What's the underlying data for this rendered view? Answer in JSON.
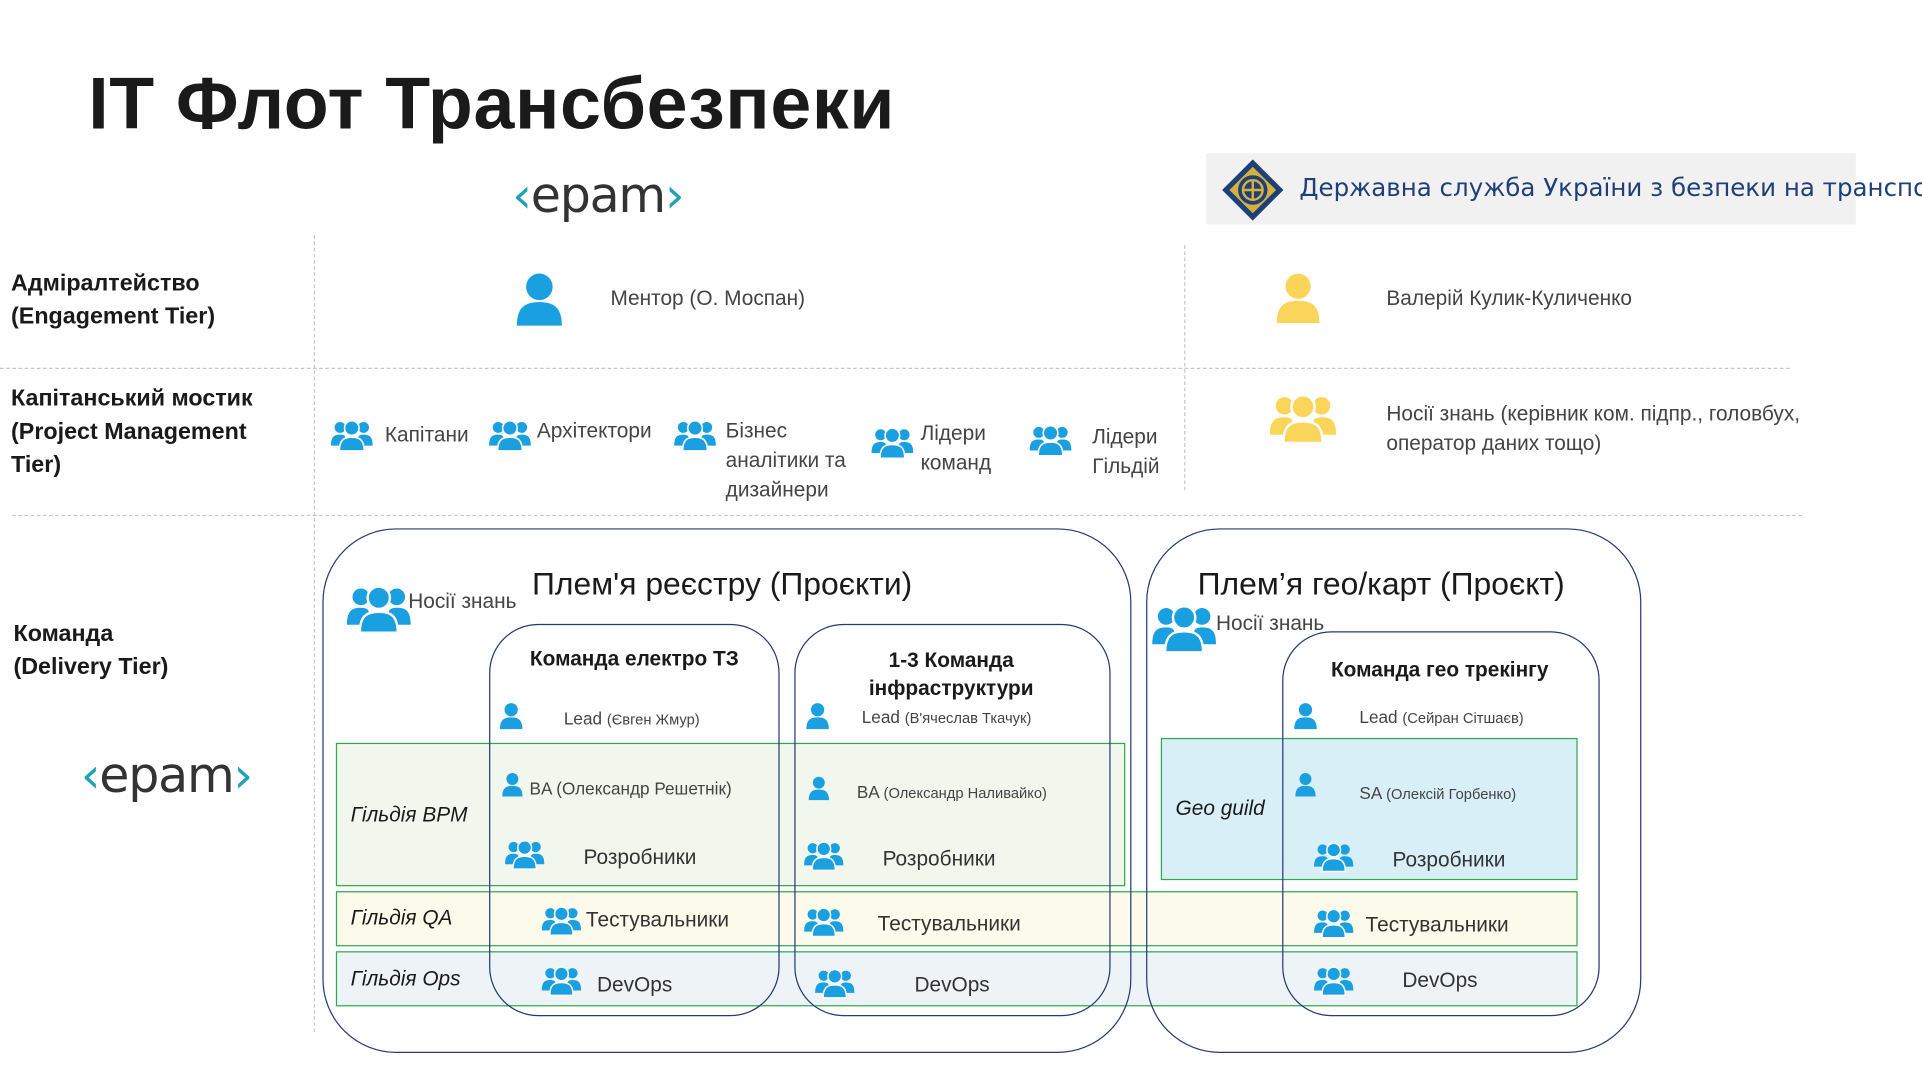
{
  "title": "IT Флот Трансбезпеки",
  "logos": {
    "epam_text": "epam",
    "agency_text": "Державна служба України з безпеки на транспорті"
  },
  "tiers": {
    "engagement": {
      "line1": "Адміралтейство",
      "line2": "(Engagement Tier)"
    },
    "management": {
      "line1": "Капітанський мостик",
      "line2": "(Project Management",
      "line3": "Tier)"
    },
    "delivery": {
      "line1": "Команда",
      "line2": "(Delivery Tier)"
    }
  },
  "engagement": {
    "mentor": "Ментор (О. Моспан)",
    "client_person": "Валерій Кулик-Куличенко"
  },
  "management": {
    "captains": "Капітани",
    "architects": "Архітектори",
    "ba_line1": "Бізнес",
    "ba_line2": "аналітики та",
    "ba_line3": "дизайнери",
    "team_leads_line1": "Лідери",
    "team_leads_line2": "команд",
    "guild_leads_line1": "Лідери",
    "guild_leads_line2": "Гільдій",
    "knowledge_line1": "Носії знань (керівник ком. підпр., головбух,",
    "knowledge_line2": "оператор даних тощо)"
  },
  "tribes": {
    "registry": {
      "title": "Плем'я реєстру (Проєкти)",
      "knowledge": "Носії знань"
    },
    "geo": {
      "title": "Плем’я гео/карт  (Проєкт)",
      "knowledge": "Носії знань"
    }
  },
  "teams": {
    "electro": {
      "title": "Команда електро ТЗ",
      "lead": "Lead",
      "lead_name": "(Євген Жмур)",
      "ba": "BA (Олександр Решетнік)",
      "devs": "Розробники",
      "testers": "Тестувальники",
      "devops": "DevOps"
    },
    "infra": {
      "title_line1": "1-3 Команда",
      "title_line2": "інфраструктури",
      "lead": "Lead",
      "lead_name": "(В'ячеслав Ткачук)",
      "ba": "BA",
      "ba_name": "(Олександр Наливайко)",
      "devs": "Розробники",
      "testers": "Тестувальники",
      "devops": "DevOps"
    },
    "geo_tracking": {
      "title": "Команда гео трекінгу",
      "lead": "Lead",
      "lead_name": "(Сейран Сітшаєв)",
      "sa": "SA",
      "sa_name": "(Олексій Горбенко)",
      "devs": "Розробники",
      "testers": "Тестувальники",
      "devops": "DevOps"
    }
  },
  "guilds": {
    "bpm": "Гільдія BPM",
    "qa": "Гільдія QA",
    "ops": "Гільдія Ops",
    "geo": "Geo guild"
  },
  "colors": {
    "person_blue": "#1aa0e0",
    "person_yellow": "#fbd45a",
    "tribe_border": "#243b7a",
    "guild_border": "#2bab4e",
    "agency_text": "#1f3f7a",
    "epam_accent": "#21a3b6"
  }
}
